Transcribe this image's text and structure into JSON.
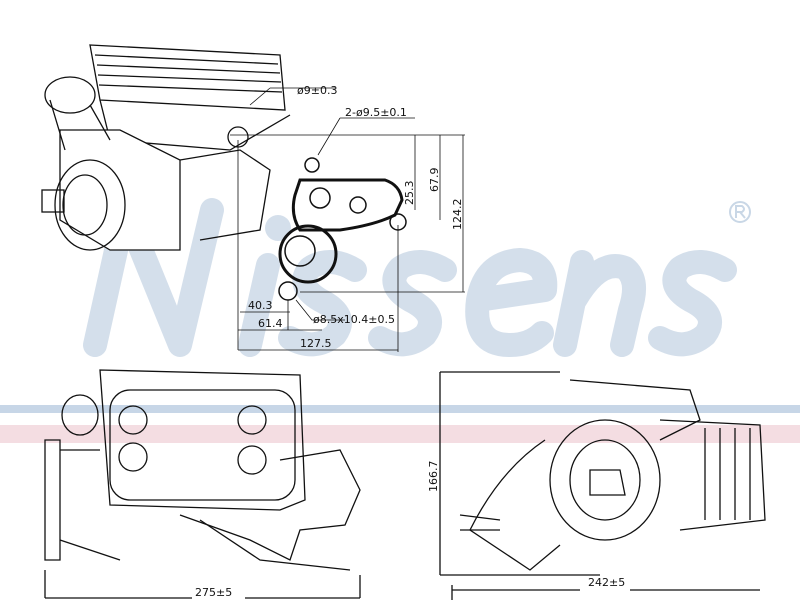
{
  "watermark": {
    "brand": "Nissens",
    "registered": "®"
  },
  "colors": {
    "watermark": "#c9d7e6",
    "band_pink": "#f4dde2",
    "band_blue": "#c7d6e7",
    "ink": "#111111"
  },
  "dimensions": {
    "hole_a": "ø9±0.3",
    "holes_b": "2-ø9.5±0.1",
    "d25": "25.3",
    "d67": "67.9",
    "d124": "124.2",
    "d40": "40.3",
    "d61": "61.4",
    "hole_c": "ø8.5x10.4±0.5",
    "d127": "127.5",
    "width_front": "275±5",
    "height_side": "166.7",
    "width_side": "242±5"
  }
}
